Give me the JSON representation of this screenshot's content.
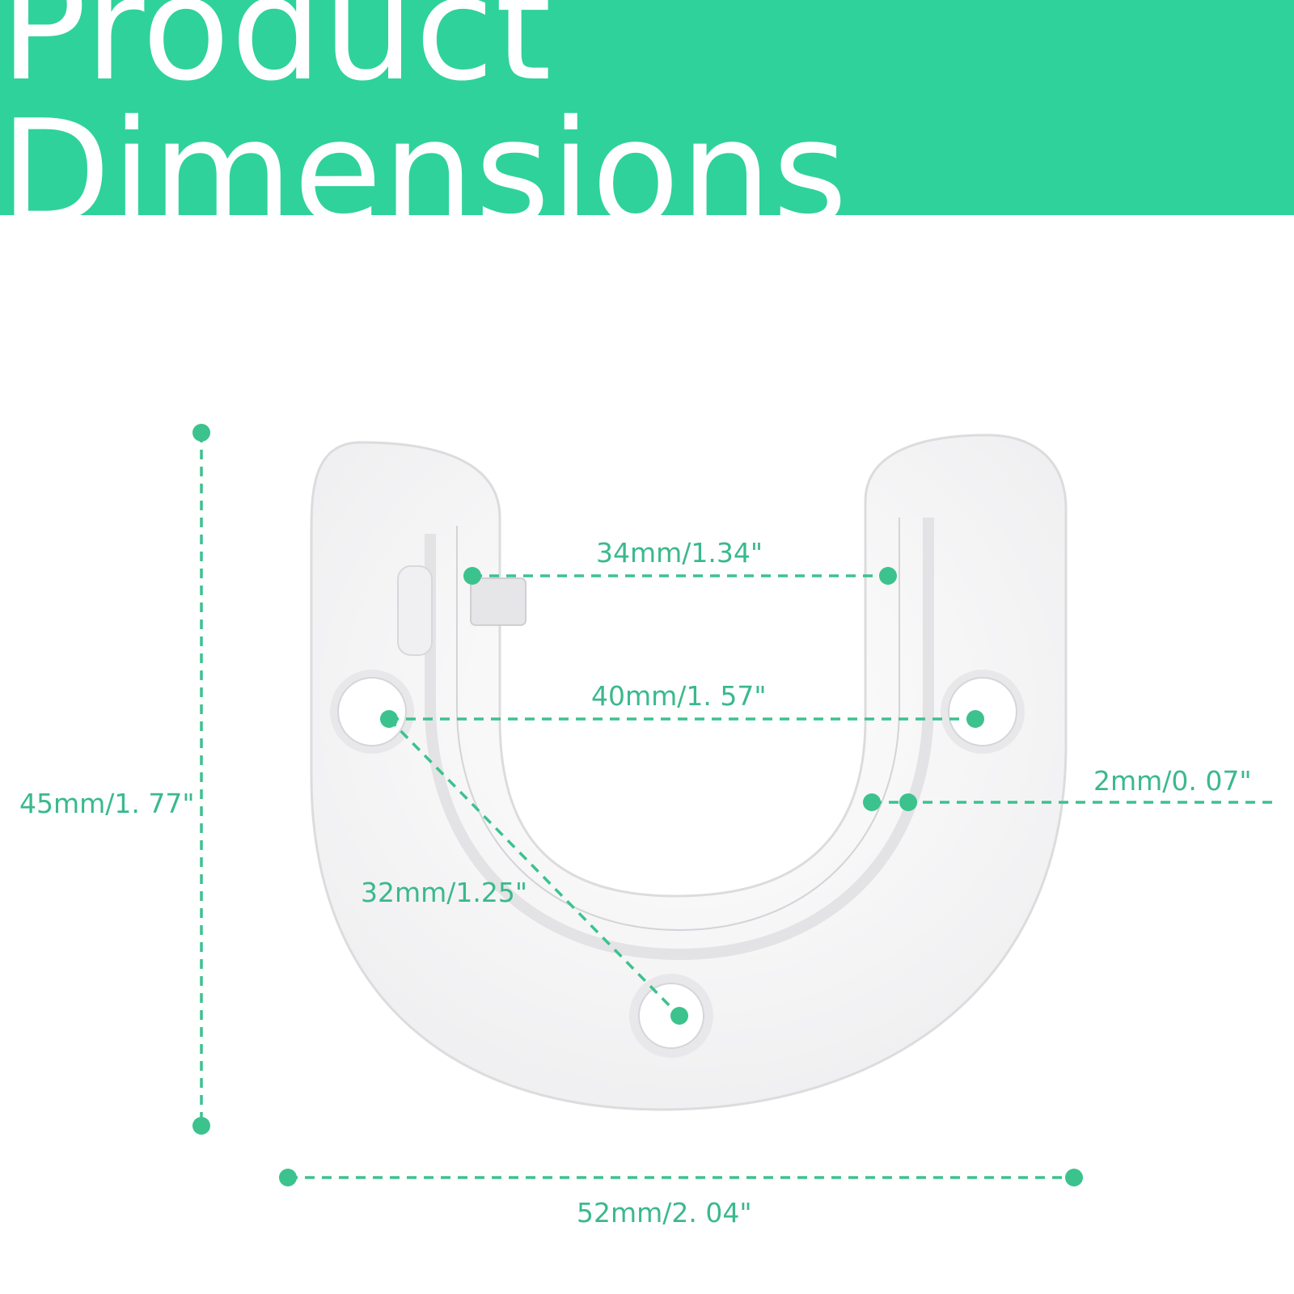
{
  "header": {
    "title": "Product Dimensions"
  },
  "dimensions": {
    "slot_width": "34mm/1.34\"",
    "hole_spacing": "40mm/1. 57\"",
    "thickness": "2mm/0. 07\"",
    "height": "45mm/1. 77\"",
    "hole_to_bottom": "32mm/1.25\"",
    "width": "52mm/2. 04\""
  },
  "colors": {
    "banner": "#2fd29b",
    "accent": "#3ab98c",
    "dot": "#3cc28d",
    "product": "#f5f5f6",
    "product_edge": "#dcdcde"
  }
}
